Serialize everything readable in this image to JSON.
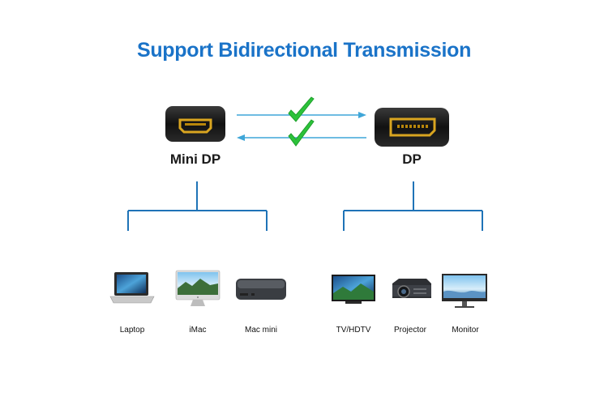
{
  "title": "Support Bidirectional Transmission",
  "ports": {
    "left": "Mini DP",
    "right": "DP"
  },
  "devices": {
    "left": [
      "Laptop",
      "iMac",
      "Mac mini"
    ],
    "right": [
      "TV/HDTV",
      "Projector",
      "Monitor"
    ]
  },
  "colors": {
    "title": "#1a73c8",
    "arrow": "#3fa6d8",
    "check": "#2cc23a",
    "tree": "#1f73b7",
    "connector_gold": "#d9a520"
  }
}
